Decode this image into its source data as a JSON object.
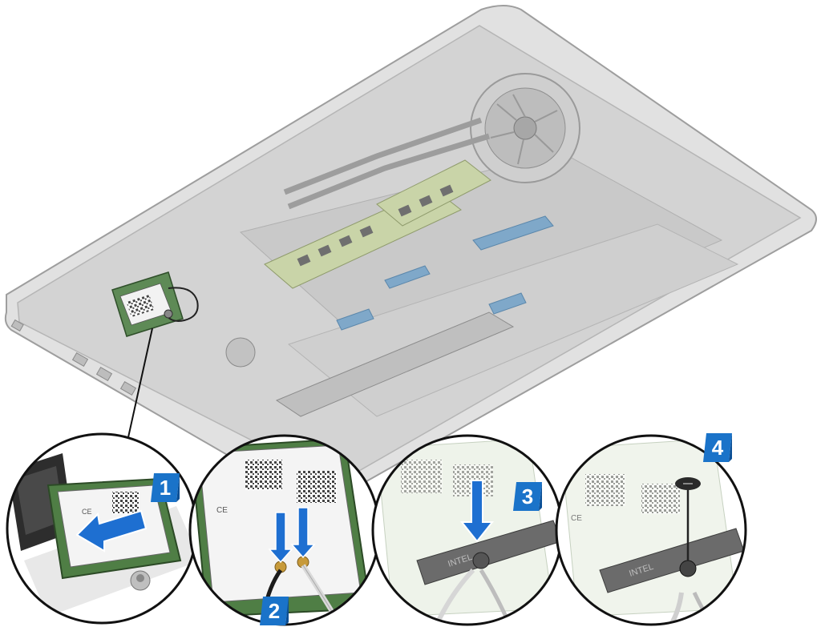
{
  "diagram": {
    "title": "",
    "colors": {
      "badge": "#1a73c9",
      "badge_shadow": "#0b4f95",
      "arrow": "#1e6fd1",
      "chassis": "#dcdcdc",
      "chassis_edge": "#a8a8a8",
      "callout_ring": "#111111",
      "wlan_card_board": "#3f6e3a",
      "bracket": "#6b6b6b"
    },
    "steps": [
      {
        "number": "1",
        "action": "insert-card-icon"
      },
      {
        "number": "2",
        "action": "connect-antenna-icon"
      },
      {
        "number": "3",
        "action": "place-bracket-icon"
      },
      {
        "number": "4",
        "action": "tighten-screw-icon"
      }
    ]
  }
}
